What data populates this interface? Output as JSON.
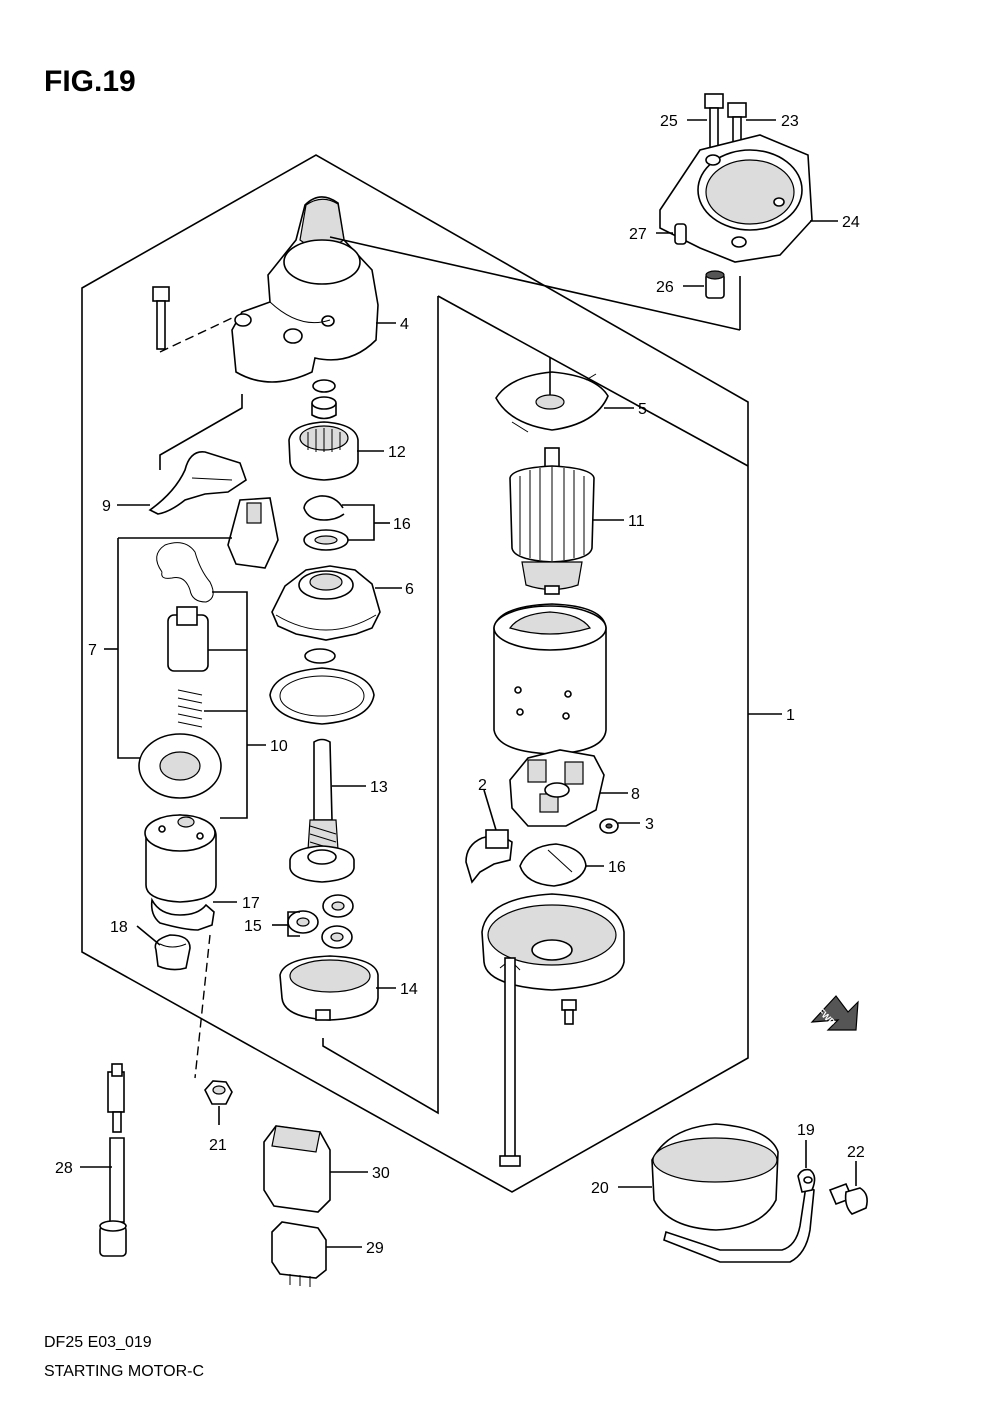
{
  "figure": {
    "title": "FIG.19"
  },
  "callouts": {
    "c1": "1",
    "c2": "2",
    "c3": "3",
    "c4": "4",
    "c5": "5",
    "c6": "6",
    "c7": "7",
    "c8": "8",
    "c9": "9",
    "c10": "10",
    "c11": "11",
    "c12": "12",
    "c13": "13",
    "c14": "14",
    "c15": "15",
    "c16a": "16",
    "c16b": "16",
    "c17": "17",
    "c18": "18",
    "c19": "19",
    "c20": "20",
    "c21": "21",
    "c22": "22",
    "c23": "23",
    "c24": "24",
    "c25": "25",
    "c26": "26",
    "c27": "27",
    "c28": "28",
    "c29": "29",
    "c30": "30"
  },
  "badge": {
    "fwd": "FWD"
  },
  "footer": {
    "code": "DF25 E03_019",
    "name": "STARTING MOTOR-C"
  }
}
